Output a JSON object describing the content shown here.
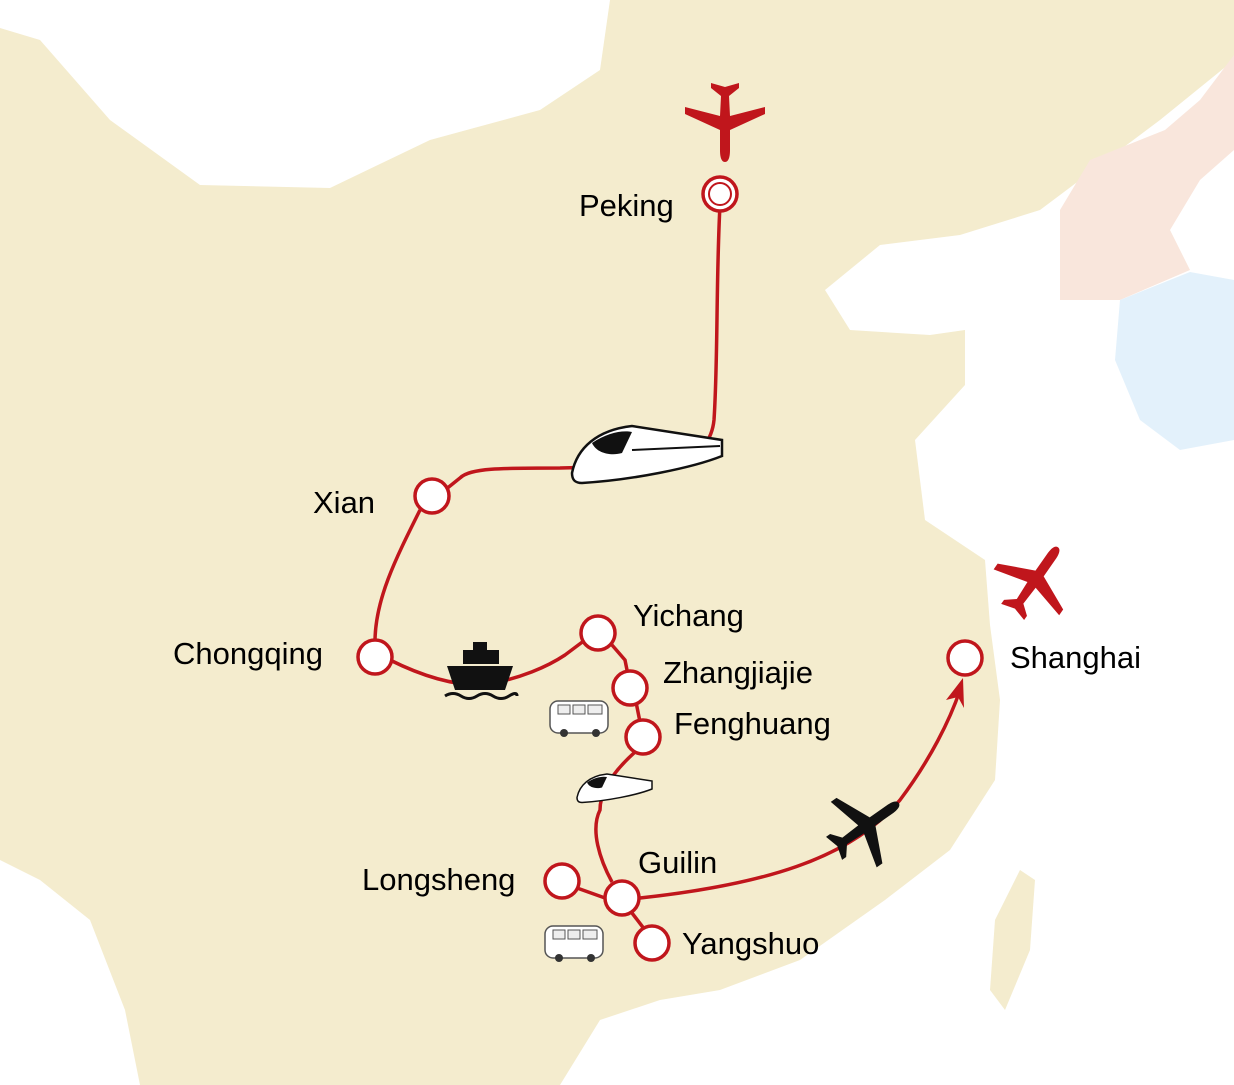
{
  "colors": {
    "land": "#f4ecce",
    "route": "#c0161c",
    "north_korea": "#f9e6dc",
    "south_korea": "#e3f1fb",
    "sea": "#ffffff"
  },
  "cities": [
    {
      "name": "Peking",
      "type": "start"
    },
    {
      "name": "Xian"
    },
    {
      "name": "Chongqing"
    },
    {
      "name": "Yichang"
    },
    {
      "name": "Zhangjiajie"
    },
    {
      "name": "Fenghuang"
    },
    {
      "name": "Guilin"
    },
    {
      "name": "Longsheng"
    },
    {
      "name": "Yangshuo"
    },
    {
      "name": "Shanghai"
    }
  ],
  "transport_icons": [
    "plane-icon",
    "train-icon",
    "ship-icon",
    "van-icon",
    "train-icon",
    "van-icon",
    "plane-icon",
    "plane-icon"
  ]
}
